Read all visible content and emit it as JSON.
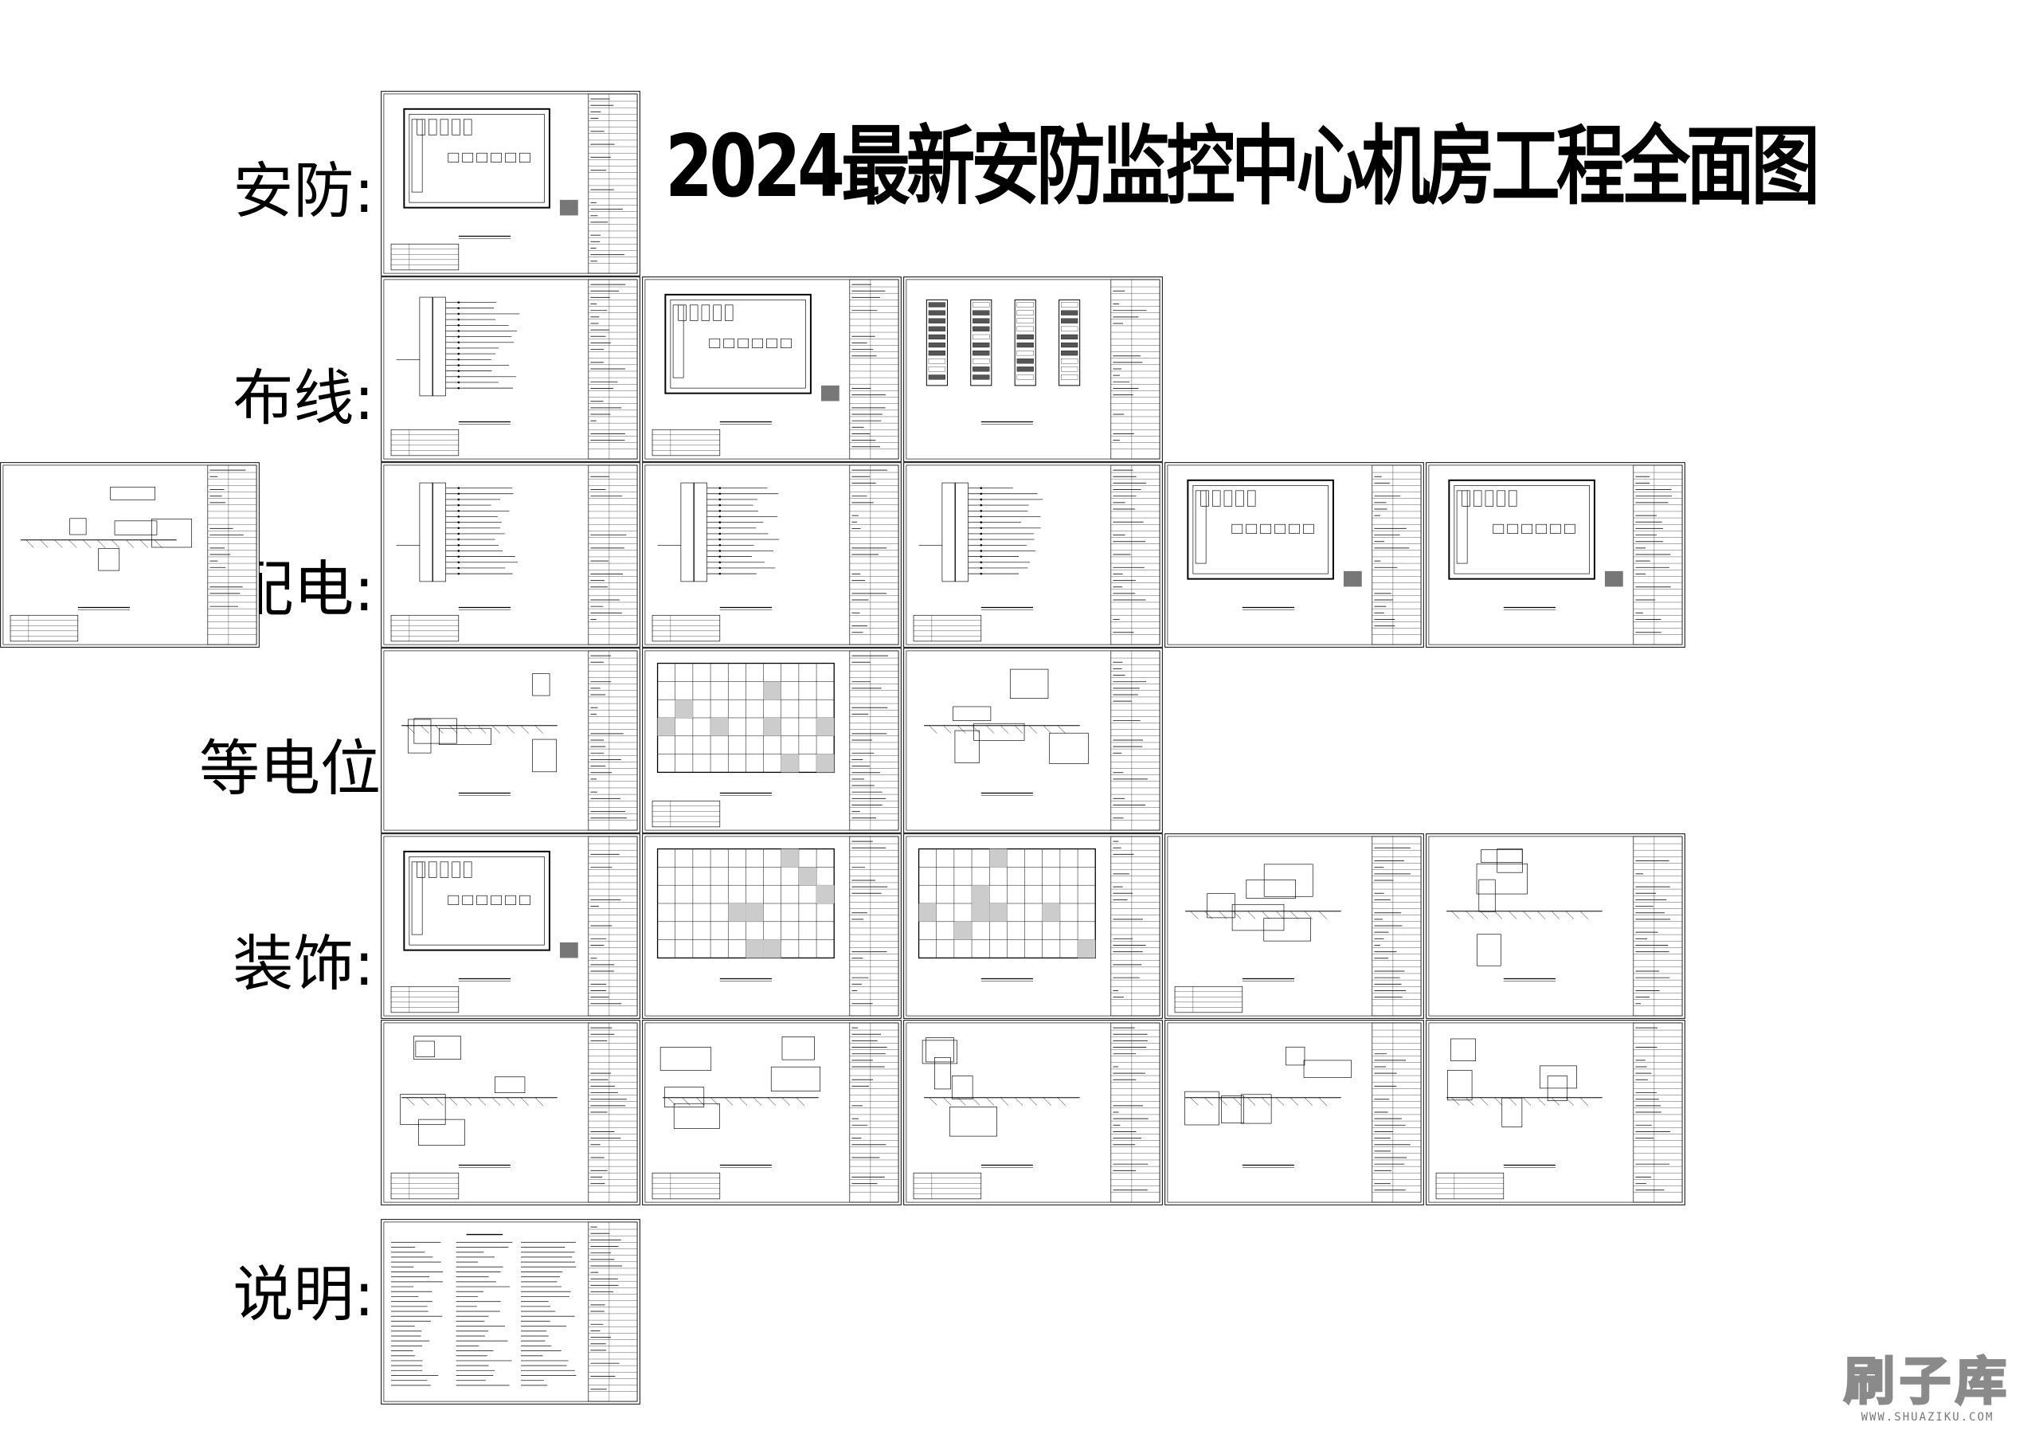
{
  "title": "2024最新安防监控中心机房工程全面图",
  "rows": [
    {
      "id": "security",
      "label": "安防:",
      "sheets": 1
    },
    {
      "id": "wiring",
      "label": "布线:",
      "sheets": 3
    },
    {
      "id": "power",
      "label": "配电:",
      "sheets": 6
    },
    {
      "id": "bonding",
      "label": "等电位:",
      "sheets": 3
    },
    {
      "id": "decoration-1",
      "label": "装饰:",
      "sheets": 5
    },
    {
      "id": "decoration-2",
      "label": "",
      "sheets": 5
    },
    {
      "id": "notes",
      "label": "说明:",
      "sheets": 1
    }
  ],
  "watermark": {
    "brand": "刷子库",
    "url": "WWW.SHUAZIKU.COM"
  }
}
